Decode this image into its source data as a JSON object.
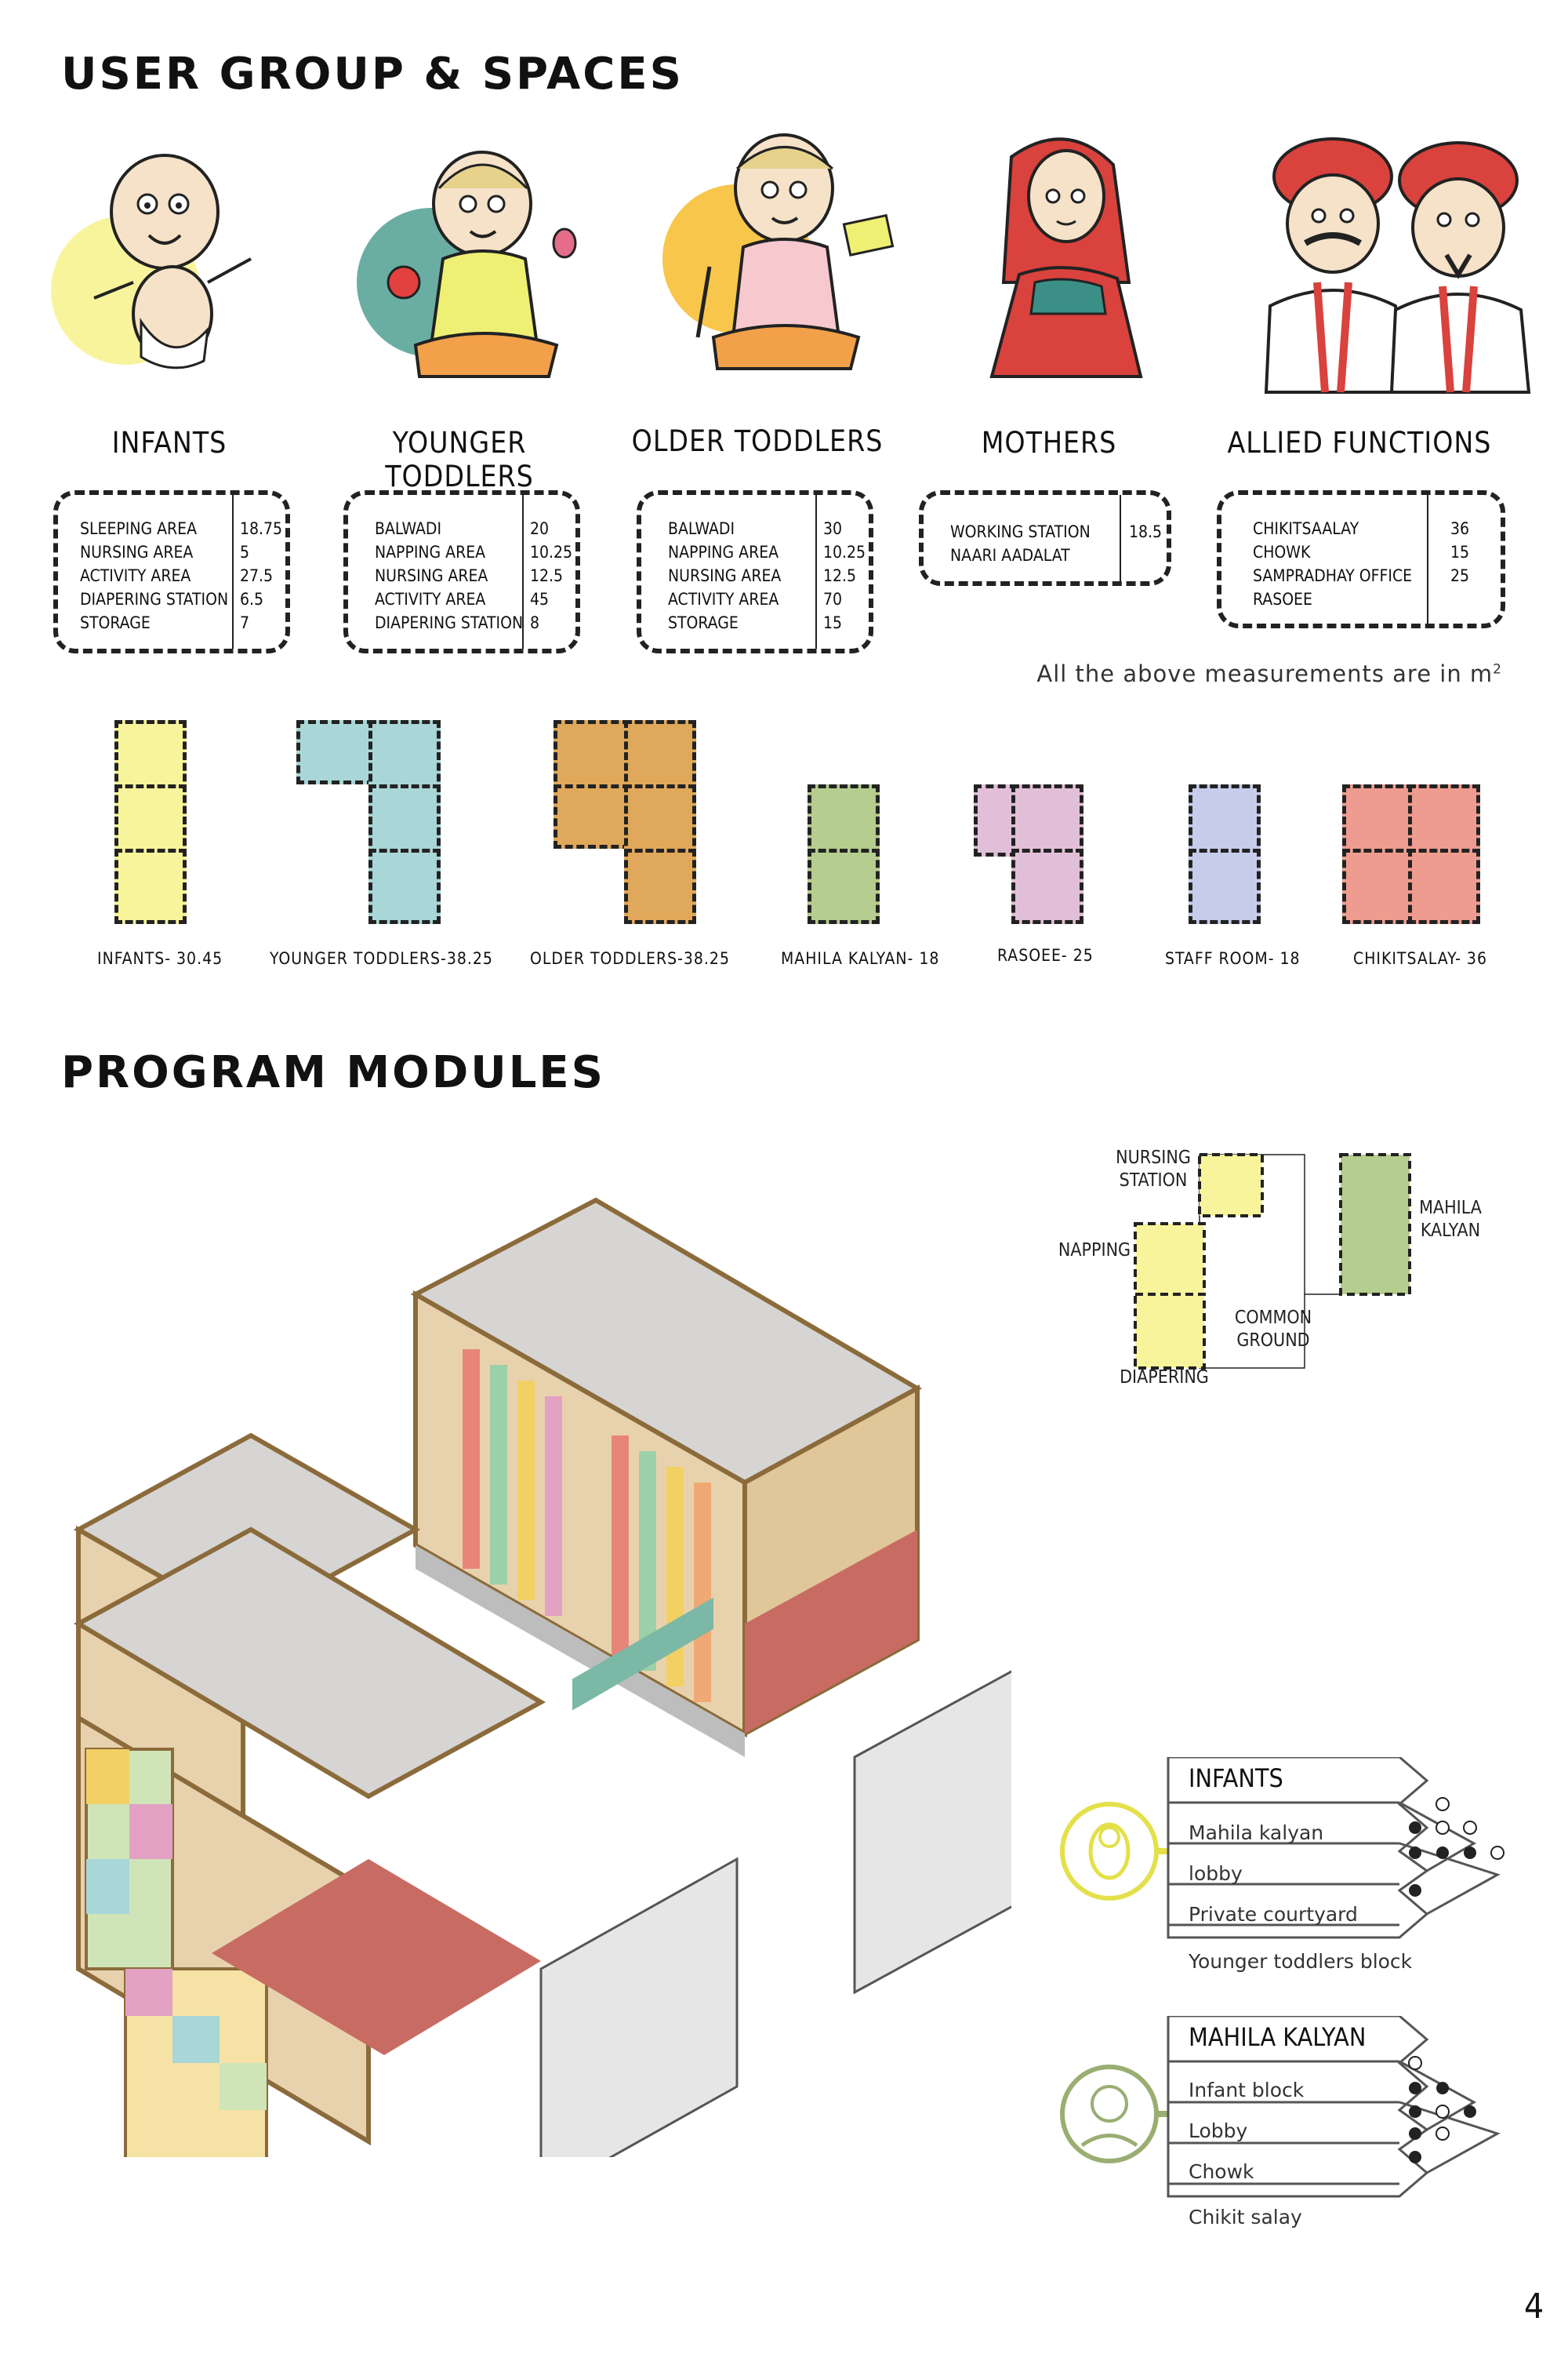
{
  "section1": {
    "title": "USER GROUP & SPACES"
  },
  "user_groups": [
    {
      "title": "INFANTS",
      "rows": [
        {
          "name": "SLEEPING AREA",
          "value": "18.75"
        },
        {
          "name": "NURSING AREA",
          "value": "5"
        },
        {
          "name": "ACTIVITY AREA",
          "value": "27.5"
        },
        {
          "name": "DIAPERING STATION",
          "value": "6.5"
        },
        {
          "name": "STORAGE",
          "value": "7"
        }
      ]
    },
    {
      "title": "YOUNGER TODDLERS",
      "rows": [
        {
          "name": "BALWADI",
          "value": "20"
        },
        {
          "name": "NAPPING AREA",
          "value": "10.25"
        },
        {
          "name": "NURSING AREA",
          "value": "12.5"
        },
        {
          "name": "ACTIVITY AREA",
          "value": "45"
        },
        {
          "name": "DIAPERING STATION",
          "value": "8"
        }
      ]
    },
    {
      "title": "OLDER TODDLERS",
      "rows": [
        {
          "name": "BALWADI",
          "value": "30"
        },
        {
          "name": "NAPPING AREA",
          "value": "10.25"
        },
        {
          "name": "NURSING AREA",
          "value": "12.5"
        },
        {
          "name": "ACTIVITY AREA",
          "value": "70"
        },
        {
          "name": "STORAGE",
          "value": "15"
        }
      ]
    },
    {
      "title": "MOTHERS",
      "rows": [
        {
          "name": "WORKING STATION",
          "value": "18.5"
        },
        {
          "name": "NAARI AADALAT",
          "value": ""
        }
      ]
    },
    {
      "title": "ALLIED FUNCTIONS",
      "rows": [
        {
          "name": "CHIKITSAALAY",
          "value": "36"
        },
        {
          "name": "CHOWK",
          "value": ""
        },
        {
          "name": "SAMPRADHAY OFFICE",
          "value": "15"
        },
        {
          "name": "RASOEE",
          "value": "25"
        }
      ]
    }
  ],
  "measurement_note": "All the above measurements are in m",
  "measurement_sup": "2",
  "space_modules": [
    {
      "label": "INFANTS- 30.45",
      "color": "#f8f49c"
    },
    {
      "label": "YOUNGER TODDLERS-38.25",
      "color": "#a9d6d6"
    },
    {
      "label": "OLDER TODDLERS-38.25",
      "color": "#e0a85a"
    },
    {
      "label": "MAHILA KALYAN- 18",
      "color": "#b5cd8e"
    },
    {
      "label": "RASOEE- 25",
      "color": "#e2bfd8"
    },
    {
      "label": "STAFF ROOM- 18",
      "color": "#c5cdea"
    },
    {
      "label": "CHIKITSALAY- 36",
      "color": "#ee9c8f"
    }
  ],
  "section2": {
    "title": "PROGRAM MODULES"
  },
  "module_plan": {
    "nursing_station": "NURSING STATION",
    "napping": "NAPPING",
    "mahila_kalyan": "MAHILA KALYAN",
    "common_ground": "COMMON GROUND",
    "diapering": "DIAPERING"
  },
  "legends": [
    {
      "title": "INFANTS",
      "color": "#e3e04a",
      "icon": "baby-icon",
      "rows": [
        "Mahila kalyan",
        "lobby",
        "Private courtyard",
        "Younger toddlers block"
      ]
    },
    {
      "title": "MAHILA KALYAN",
      "color": "#9aae72",
      "icon": "woman-icon",
      "rows": [
        "Infant block",
        "Lobby",
        "Chowk",
        "Chikit salay"
      ]
    }
  ],
  "page_number": "4"
}
